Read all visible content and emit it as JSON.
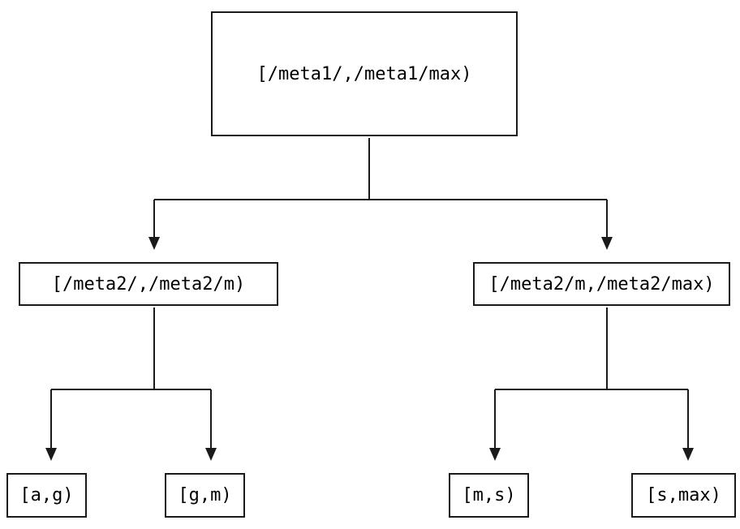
{
  "diagram": {
    "type": "tree",
    "nodes": {
      "root": {
        "label": "[/meta1/,/meta1/max)"
      },
      "meta2_left": {
        "label": "[/meta2/,/meta2/m)"
      },
      "meta2_right": {
        "label": "[/meta2/m,/meta2/max)"
      },
      "leaf_ag": {
        "label": "[a,g)"
      },
      "leaf_gm": {
        "label": "[g,m)"
      },
      "leaf_ms": {
        "label": "[m,s)"
      },
      "leaf_smax": {
        "label": "[s,max)"
      }
    },
    "edges": [
      {
        "from": "root",
        "to": "meta2_left"
      },
      {
        "from": "root",
        "to": "meta2_right"
      },
      {
        "from": "meta2_left",
        "to": "leaf_ag"
      },
      {
        "from": "meta2_left",
        "to": "leaf_gm"
      },
      {
        "from": "meta2_right",
        "to": "leaf_ms"
      },
      {
        "from": "meta2_right",
        "to": "leaf_smax"
      }
    ],
    "colors": {
      "line": "#1a1a1a",
      "box_border": "#1a1a1a",
      "text": "#000000",
      "background": "#ffffff"
    }
  }
}
